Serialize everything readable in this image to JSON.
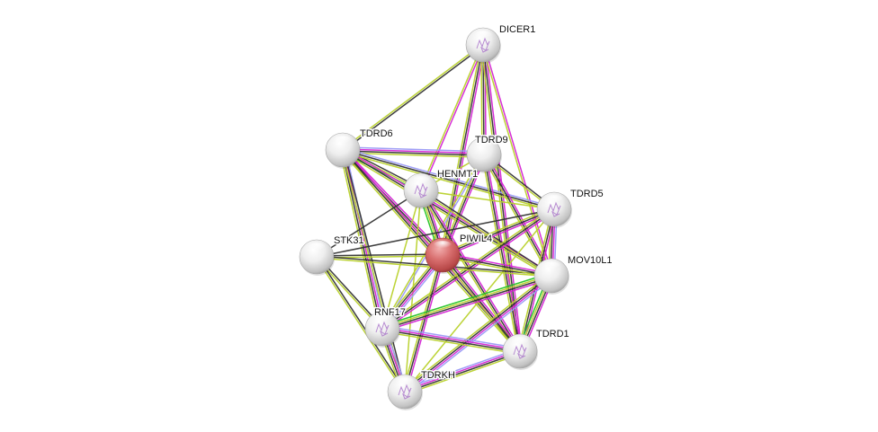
{
  "network": {
    "query_protein": "PIWIL4",
    "edge_colors": {
      "coexpression": "#333333",
      "experiments": "#d424d4",
      "textmining": "#b8d12a",
      "databases": "#9a9af5",
      "neighborhood": "#22c322"
    },
    "node_colors": {
      "query": "#e06666",
      "default": "#e6e6e6"
    },
    "nodes": [
      {
        "id": "DICER1",
        "label": "DICER1",
        "query": false,
        "structure": true
      },
      {
        "id": "TDRD6",
        "label": "TDRD6",
        "query": false,
        "structure": false
      },
      {
        "id": "TDRD9",
        "label": "TDRD9",
        "query": false,
        "structure": false
      },
      {
        "id": "HENMT1",
        "label": "HENMT1",
        "query": false,
        "structure": true
      },
      {
        "id": "TDRD5",
        "label": "TDRD5",
        "query": false,
        "structure": true
      },
      {
        "id": "STK31",
        "label": "STK31",
        "query": false,
        "structure": false
      },
      {
        "id": "PIWIL4",
        "label": "PIWIL4",
        "query": true,
        "structure": false
      },
      {
        "id": "MOV10L1",
        "label": "MOV10L1",
        "query": false,
        "structure": false
      },
      {
        "id": "RNF17",
        "label": "RNF17",
        "query": false,
        "structure": true
      },
      {
        "id": "TDRD1",
        "label": "TDRD1",
        "query": false,
        "structure": true
      },
      {
        "id": "TDRKH",
        "label": "TDRKH",
        "query": false,
        "structure": true
      }
    ],
    "edges": [
      {
        "a": "DICER1",
        "b": "TDRD6",
        "types": [
          "coexpression",
          "textmining"
        ]
      },
      {
        "a": "DICER1",
        "b": "HENMT1",
        "types": [
          "experiments",
          "textmining"
        ]
      },
      {
        "a": "DICER1",
        "b": "PIWIL4",
        "types": [
          "experiments",
          "coexpression",
          "textmining"
        ]
      },
      {
        "a": "DICER1",
        "b": "TDRD9",
        "types": [
          "experiments",
          "coexpression",
          "textmining"
        ]
      },
      {
        "a": "DICER1",
        "b": "TDRD1",
        "types": [
          "experiments",
          "coexpression",
          "textmining"
        ]
      },
      {
        "a": "DICER1",
        "b": "MOV10L1",
        "types": [
          "experiments",
          "textmining"
        ]
      },
      {
        "a": "TDRD6",
        "b": "TDRD9",
        "types": [
          "databases",
          "experiments",
          "coexpression",
          "textmining"
        ]
      },
      {
        "a": "TDRD6",
        "b": "HENMT1",
        "types": [
          "coexpression",
          "textmining",
          "neighborhood"
        ]
      },
      {
        "a": "TDRD6",
        "b": "TDRD5",
        "types": [
          "databases",
          "coexpression",
          "textmining"
        ]
      },
      {
        "a": "TDRD6",
        "b": "PIWIL4",
        "types": [
          "experiments",
          "coexpression",
          "textmining"
        ]
      },
      {
        "a": "TDRD6",
        "b": "MOV10L1",
        "types": [
          "experiments",
          "coexpression",
          "textmining"
        ]
      },
      {
        "a": "TDRD6",
        "b": "RNF17",
        "types": [
          "databases",
          "experiments",
          "coexpression",
          "textmining"
        ]
      },
      {
        "a": "TDRD6",
        "b": "TDRKH",
        "types": [
          "coexpression",
          "textmining"
        ]
      },
      {
        "a": "TDRD6",
        "b": "TDRD1",
        "types": [
          "experiments",
          "coexpression",
          "textmining"
        ]
      },
      {
        "a": "TDRD9",
        "b": "HENMT1",
        "types": [
          "textmining"
        ]
      },
      {
        "a": "TDRD9",
        "b": "PIWIL4",
        "types": [
          "experiments",
          "coexpression",
          "textmining"
        ]
      },
      {
        "a": "TDRD9",
        "b": "TDRD5",
        "types": [
          "coexpression",
          "textmining"
        ]
      },
      {
        "a": "TDRD9",
        "b": "MOV10L1",
        "types": [
          "experiments",
          "coexpression",
          "textmining"
        ]
      },
      {
        "a": "TDRD9",
        "b": "TDRD1",
        "types": [
          "experiments",
          "coexpression",
          "textmining"
        ]
      },
      {
        "a": "TDRD9",
        "b": "RNF17",
        "types": [
          "databases",
          "textmining"
        ]
      },
      {
        "a": "HENMT1",
        "b": "PIWIL4",
        "types": [
          "experiments",
          "coexpression",
          "textmining",
          "neighborhood"
        ]
      },
      {
        "a": "HENMT1",
        "b": "STK31",
        "types": [
          "coexpression"
        ]
      },
      {
        "a": "HENMT1",
        "b": "MOV10L1",
        "types": [
          "coexpression",
          "textmining"
        ]
      },
      {
        "a": "HENMT1",
        "b": "TDRD1",
        "types": [
          "experiments",
          "coexpression",
          "textmining"
        ]
      },
      {
        "a": "HENMT1",
        "b": "TDRD5",
        "types": [
          "textmining"
        ]
      },
      {
        "a": "HENMT1",
        "b": "RNF17",
        "types": [
          "textmining"
        ]
      },
      {
        "a": "HENMT1",
        "b": "TDRKH",
        "types": [
          "textmining"
        ]
      },
      {
        "a": "TDRD5",
        "b": "PIWIL4",
        "types": [
          "experiments",
          "coexpression",
          "textmining"
        ]
      },
      {
        "a": "TDRD5",
        "b": "MOV10L1",
        "types": [
          "databases",
          "experiments",
          "coexpression",
          "textmining"
        ]
      },
      {
        "a": "TDRD5",
        "b": "TDRD1",
        "types": [
          "experiments",
          "coexpression",
          "textmining"
        ]
      },
      {
        "a": "TDRD5",
        "b": "RNF17",
        "types": [
          "experiments",
          "coexpression",
          "textmining"
        ]
      },
      {
        "a": "TDRD5",
        "b": "STK31",
        "types": [
          "coexpression"
        ]
      },
      {
        "a": "TDRD5",
        "b": "TDRKH",
        "types": [
          "textmining"
        ]
      },
      {
        "a": "STK31",
        "b": "PIWIL4",
        "types": [
          "coexpression",
          "textmining"
        ]
      },
      {
        "a": "STK31",
        "b": "MOV10L1",
        "types": [
          "coexpression",
          "textmining"
        ]
      },
      {
        "a": "STK31",
        "b": "RNF17",
        "types": [
          "coexpression",
          "textmining"
        ]
      },
      {
        "a": "STK31",
        "b": "TDRKH",
        "types": [
          "coexpression",
          "textmining"
        ]
      },
      {
        "a": "PIWIL4",
        "b": "MOV10L1",
        "types": [
          "experiments",
          "coexpression",
          "textmining"
        ]
      },
      {
        "a": "PIWIL4",
        "b": "RNF17",
        "types": [
          "databases",
          "experiments",
          "coexpression",
          "textmining"
        ]
      },
      {
        "a": "PIWIL4",
        "b": "TDRD1",
        "types": [
          "experiments",
          "coexpression",
          "textmining"
        ]
      },
      {
        "a": "PIWIL4",
        "b": "TDRKH",
        "types": [
          "experiments",
          "coexpression",
          "textmining"
        ]
      },
      {
        "a": "MOV10L1",
        "b": "RNF17",
        "types": [
          "experiments",
          "coexpression",
          "textmining",
          "neighborhood"
        ]
      },
      {
        "a": "MOV10L1",
        "b": "TDRD1",
        "types": [
          "experiments",
          "coexpression",
          "textmining",
          "neighborhood"
        ]
      },
      {
        "a": "MOV10L1",
        "b": "TDRKH",
        "types": [
          "databases",
          "experiments",
          "coexpression",
          "textmining"
        ]
      },
      {
        "a": "RNF17",
        "b": "TDRD1",
        "types": [
          "databases",
          "experiments",
          "coexpression",
          "textmining"
        ]
      },
      {
        "a": "RNF17",
        "b": "TDRKH",
        "types": [
          "databases",
          "experiments",
          "coexpression",
          "textmining"
        ]
      },
      {
        "a": "TDRKH",
        "b": "TDRD1",
        "types": [
          "databases",
          "experiments",
          "coexpression",
          "textmining"
        ]
      }
    ]
  }
}
